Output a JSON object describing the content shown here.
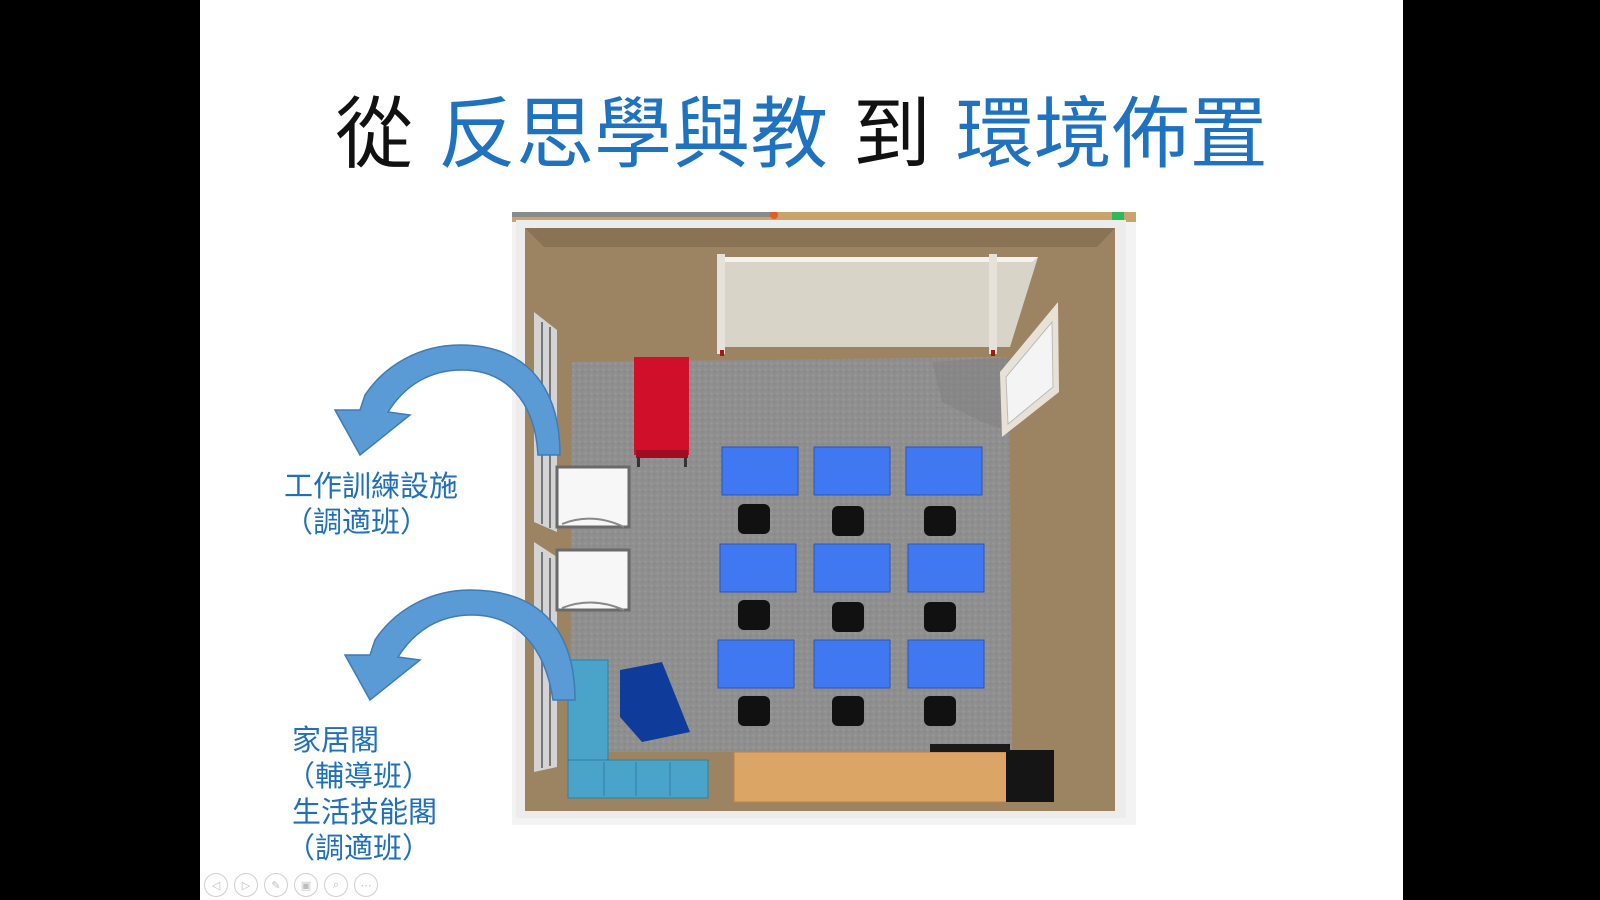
{
  "slide": {
    "title": {
      "part1": "從",
      "part2": "反思學與教",
      "part3": "到",
      "part4": "環境佈置"
    },
    "labels": {
      "work_training_line1": "工作訓練設施",
      "work_training_line2": "（調適班）",
      "home_line1": "家居閣",
      "home_line2": "（輔導班）",
      "home_line3": "生活技能閣",
      "home_line4": "（調適班）"
    },
    "colors": {
      "accent_blue": "#1f72c0",
      "arrow_blue": "#5b9bd5",
      "desk_blue": "#3f78f0",
      "red_cabinet": "#d0102a"
    }
  },
  "controls": {
    "prev_icon": "◁",
    "next_icon": "▷",
    "pen_icon": "✎",
    "slides_icon": "▣",
    "zoom_icon": "⌕",
    "more_icon": "⋯"
  }
}
